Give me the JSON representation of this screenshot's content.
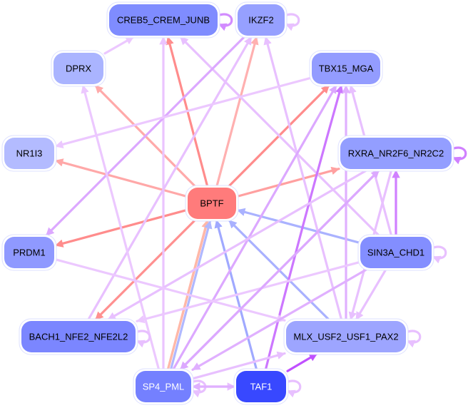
{
  "diagram": {
    "type": "directed-network",
    "nodes": [
      {
        "id": "CREB5_CREM_JUNB",
        "label": "CREB5_CREM_JUNB",
        "color": "#7f8cff",
        "text_color": "#000000"
      },
      {
        "id": "IKZF2",
        "label": "IKZF2",
        "color": "#96a0ff",
        "text_color": "#000000"
      },
      {
        "id": "DPRX",
        "label": "DPRX",
        "color": "#aab4ff",
        "text_color": "#000000"
      },
      {
        "id": "TBX15_MGA",
        "label": "TBX15_MGA",
        "color": "#939cff",
        "text_color": "#000000"
      },
      {
        "id": "NR1I3",
        "label": "NR1I3",
        "color": "#b3bbff",
        "text_color": "#000000"
      },
      {
        "id": "RXRA_NR2F6_NR2C2",
        "label": "RXRA_NR2F6_NR2C2",
        "color": "#939eff",
        "text_color": "#000000"
      },
      {
        "id": "BPTF",
        "label": "BPTF",
        "color": "#ff7b7b",
        "text_color": "#000000"
      },
      {
        "id": "PRDM1",
        "label": "PRDM1",
        "color": "#8f99ff",
        "text_color": "#000000"
      },
      {
        "id": "SIN3A_CHD1",
        "label": "SIN3A_CHD1",
        "color": "#838eff",
        "text_color": "#000000"
      },
      {
        "id": "BACH1_NFE2_NFE2L2",
        "label": "BACH1_NFE2_NFE2L2",
        "color": "#7b86ff",
        "text_color": "#000000"
      },
      {
        "id": "MLX_USF2_USF1_PAX2",
        "label": "MLX_USF2_USF1_PAX2",
        "color": "#9da5ff",
        "text_color": "#000000"
      },
      {
        "id": "SP4_PML",
        "label": "SP4_PML",
        "color": "#7480ff",
        "text_color": "#ffffff"
      },
      {
        "id": "TAF1",
        "label": "TAF1",
        "color": "#3848ff",
        "text_color": "#ffffff"
      }
    ],
    "edges": [
      {
        "source": "BPTF",
        "target": "CREB5_CREM_JUNB",
        "color": "#ff8c8c"
      },
      {
        "source": "BPTF",
        "target": "DPRX",
        "color": "#ffaaaa"
      },
      {
        "source": "BPTF",
        "target": "NR1I3",
        "color": "#ffa8a8"
      },
      {
        "source": "BPTF",
        "target": "PRDM1",
        "color": "#ff8c8c"
      },
      {
        "source": "BPTF",
        "target": "BACH1_NFE2_NFE2L2",
        "color": "#ff9090"
      },
      {
        "source": "BPTF",
        "target": "TBX15_MGA",
        "color": "#ff8c8c"
      },
      {
        "source": "BPTF",
        "target": "RXRA_NR2F6_NR2C2",
        "color": "#ffa0a0"
      },
      {
        "source": "SP4_PML",
        "target": "IKZF2",
        "color": "#ffb0b0"
      },
      {
        "source": "SP4_PML",
        "target": "BPTF",
        "color": "#ffb8a8"
      },
      {
        "source": "SIN3A_CHD1",
        "target": "BPTF",
        "color": "#aab2ff"
      },
      {
        "source": "MLX_USF2_USF1_PAX2",
        "target": "BPTF",
        "color": "#a9b1ff"
      },
      {
        "source": "TAF1",
        "target": "BPTF",
        "color": "#a0a9ff"
      },
      {
        "source": "SP4_PML",
        "target": "BPTF",
        "color": "#b0b8ff"
      },
      {
        "source": "DPRX",
        "target": "CREB5_CREM_JUNB",
        "color": "#ecc8ff"
      },
      {
        "source": "SP4_PML",
        "target": "CREB5_CREM_JUNB",
        "color": "#ebc4ff"
      },
      {
        "source": "SIN3A_CHD1",
        "target": "CREB5_CREM_JUNB",
        "color": "#e8c0ff"
      },
      {
        "source": "CREB5_CREM_JUNB",
        "target": "CREB5_CREM_JUNB",
        "color": "#d28cff"
      },
      {
        "source": "IKZF2",
        "target": "IKZF2",
        "color": "#e8c0ff"
      },
      {
        "source": "IKZF2",
        "target": "PRDM1",
        "color": "#dca8ff"
      },
      {
        "source": "BACH1_NFE2_NFE2L2",
        "target": "IKZF2",
        "color": "#e8c0ff"
      },
      {
        "source": "MLX_USF2_USF1_PAX2",
        "target": "IKZF2",
        "color": "#e8c0ff"
      },
      {
        "source": "TBX15_MGA",
        "target": "NR1I3",
        "color": "#ecc8ff"
      },
      {
        "source": "SP4_PML",
        "target": "DPRX",
        "color": "#ecc8ff"
      },
      {
        "source": "SP4_PML",
        "target": "TBX15_MGA",
        "color": "#dca8ff"
      },
      {
        "source": "TAF1",
        "target": "TBX15_MGA",
        "color": "#cc77ff"
      },
      {
        "source": "SIN3A_CHD1",
        "target": "TBX15_MGA",
        "color": "#e8c0ff"
      },
      {
        "source": "MLX_USF2_USF1_PAX2",
        "target": "TBX15_MGA",
        "color": "#e0b0ff"
      },
      {
        "source": "RXRA_NR2F6_NR2C2",
        "target": "RXRA_NR2F6_NR2C2",
        "color": "#d080ff"
      },
      {
        "source": "SIN3A_CHD1",
        "target": "RXRA_NR2F6_NR2C2",
        "color": "#d080ff"
      },
      {
        "source": "RXRA_NR2F6_NR2C2",
        "target": "BACH1_NFE2_NFE2L2",
        "color": "#e8c0ff"
      },
      {
        "source": "RXRA_NR2F6_NR2C2",
        "target": "SP4_PML",
        "color": "#dca8ff"
      },
      {
        "source": "RXRA_NR2F6_NR2C2",
        "target": "MLX_USF2_USF1_PAX2",
        "color": "#e8c0ff"
      },
      {
        "source": "PRDM1",
        "target": "MLX_USF2_USF1_PAX2",
        "color": "#ecc8ff"
      },
      {
        "source": "SIN3A_CHD1",
        "target": "SIN3A_CHD1",
        "color": "#e8c0ff"
      },
      {
        "source": "SIN3A_CHD1",
        "target": "MLX_USF2_USF1_PAX2",
        "color": "#e8c0ff"
      },
      {
        "source": "SIN3A_CHD1",
        "target": "BACH1_NFE2_NFE2L2",
        "color": "#ecc8ff"
      },
      {
        "source": "SIN3A_CHD1",
        "target": "SP4_PML",
        "color": "#e0b0ff"
      },
      {
        "source": "BACH1_NFE2_NFE2L2",
        "target": "BACH1_NFE2_NFE2L2",
        "color": "#e8c0ff"
      },
      {
        "source": "MLX_USF2_USF1_PAX2",
        "target": "MLX_USF2_USF1_PAX2",
        "color": "#e8c0ff"
      },
      {
        "source": "SP4_PML",
        "target": "MLX_USF2_USF1_PAX2",
        "color": "#e8c0ff"
      },
      {
        "source": "SP4_PML",
        "target": "SP4_PML",
        "color": "#e8c0ff"
      },
      {
        "source": "SP4_PML",
        "target": "TAF1",
        "color": "#e8c0ff"
      },
      {
        "source": "TAF1",
        "target": "TAF1",
        "color": "#e8c0ff"
      },
      {
        "source": "TAF1",
        "target": "MLX_USF2_USF1_PAX2",
        "color": "#c050ff"
      },
      {
        "source": "TAF1",
        "target": "SP4_PML",
        "color": "#e0b0ff"
      },
      {
        "source": "SP4_PML",
        "target": "RXRA_NR2F6_NR2C2",
        "color": "#dca8ff"
      }
    ]
  }
}
